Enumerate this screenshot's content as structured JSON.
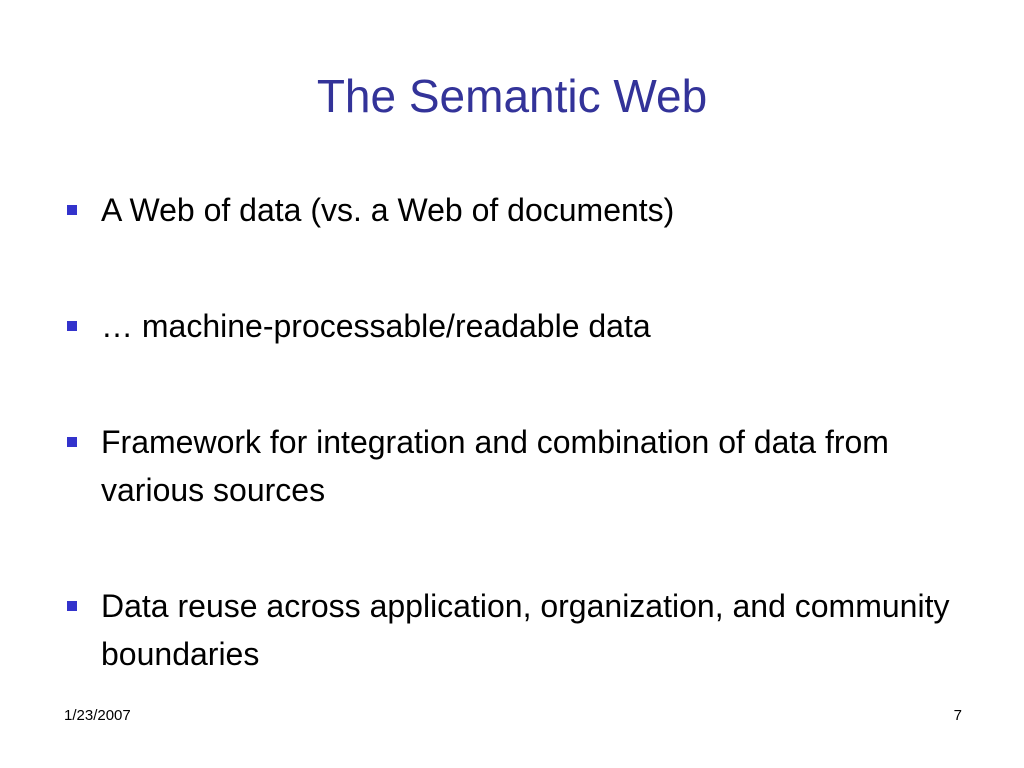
{
  "slide": {
    "title": "The Semantic Web",
    "bullets": [
      {
        "text": "A Web of data (vs. a Web of documents)"
      },
      {
        "text": "… machine-processable/readable data"
      },
      {
        "text": "Framework for integration and combination of data from various sources"
      },
      {
        "text": "Data reuse across application, organization, and community boundaries"
      }
    ],
    "footer": {
      "date": "1/23/2007",
      "page_number": "7"
    }
  },
  "colors": {
    "title": "#333399",
    "bullet_marker": "#3333cc",
    "body_text": "#000000",
    "background": "#ffffff"
  },
  "icons": {
    "bullet": "square-bullet-icon"
  }
}
